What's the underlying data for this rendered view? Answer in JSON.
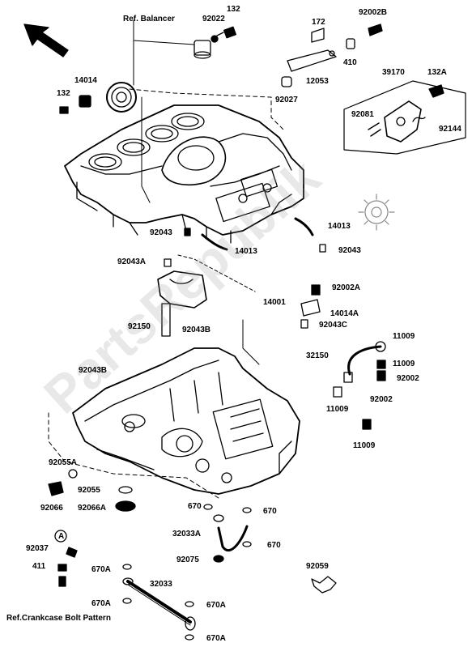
{
  "labels": {
    "ref_balancer": "Ref. Balancer",
    "p92022": "92022",
    "p132_top": "132",
    "p172": "172",
    "p92002B": "92002B",
    "p410": "410",
    "p12053": "12053",
    "p92027": "92027",
    "p14014": "14014",
    "p132_left": "132",
    "p39170": "39170",
    "p132A": "132A",
    "p92081": "92081",
    "p92144": "92144",
    "p92043_a": "92043",
    "p14013_a": "14013",
    "p14013_b": "14013",
    "p92043_b": "92043",
    "p92043A": "92043A",
    "p92002A": "92002A",
    "p14001": "14001",
    "p14014A": "14014A",
    "p92150": "92150",
    "p92043B_a": "92043B",
    "p92043C": "92043C",
    "p11009_a": "11009",
    "p32150": "32150",
    "p11009_b": "11009",
    "p92043B_b": "92043B",
    "p92002_a": "92002",
    "p92002_b": "92002",
    "p11009_c": "11009",
    "p11009_d": "11009",
    "p92055A": "92055A",
    "p92055": "92055",
    "p92066": "92066",
    "p92066A": "92066A",
    "p670_a": "670",
    "p670_b": "670",
    "p32033A": "32033A",
    "p670_c": "670",
    "p92037": "92037",
    "p92075": "92075",
    "p411": "411",
    "p92059": "92059",
    "p670A_a": "670A",
    "p32033": "32033",
    "p670A_b": "670A",
    "p670A_c": "670A",
    "p670A_d": "670A",
    "ref_crankcase": "Ref.Crankcase Bolt Pattern",
    "marker_A": "A"
  },
  "watermark": "PartsRepublik",
  "colors": {
    "ink": "#000000",
    "paper": "#ffffff",
    "watermark": "#969696"
  }
}
